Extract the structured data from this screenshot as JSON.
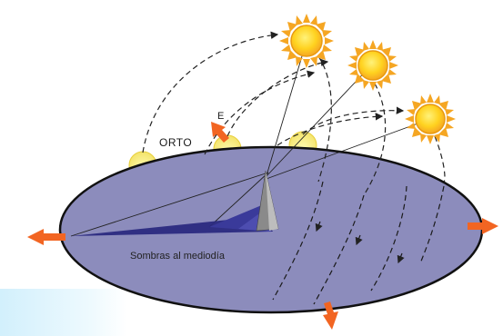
{
  "labels": {
    "orto": "ORTO",
    "east": "E",
    "shadows": "Sombras al mediodía"
  },
  "colors": {
    "plane_fill": "#8c8cbc",
    "plane_stroke": "#111111",
    "sun_body": "#ffcc22",
    "sun_rays": "#f5a623",
    "arrow_orange": "#f26522",
    "shadow_dark": "#2b2a80",
    "gnomon_gray": "#8a8a8a",
    "path_line": "#222222"
  },
  "icons": [
    "sun-icon",
    "rising-sun-icon",
    "cardinal-arrow-icon",
    "gnomon-icon"
  ]
}
